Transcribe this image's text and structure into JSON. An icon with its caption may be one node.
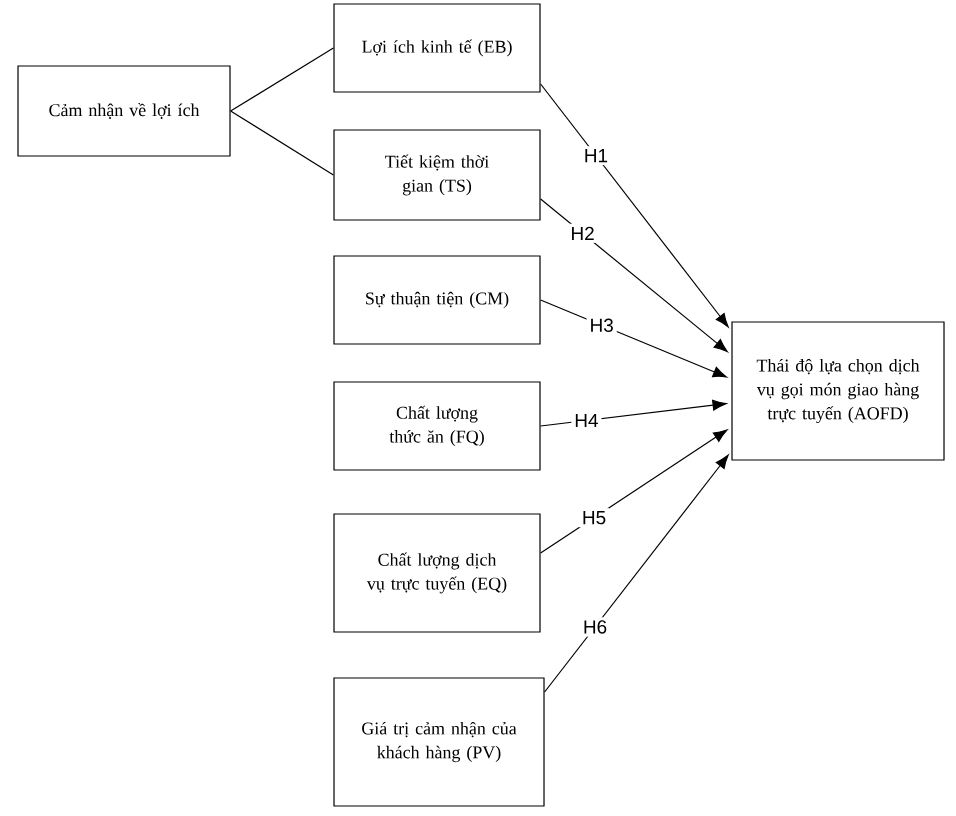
{
  "diagram": {
    "nodes": [
      {
        "text": [
          "Cảm nhận về lợi ích"
        ]
      },
      {
        "text": [
          "Lợi ích kinh tế (EB)"
        ]
      },
      {
        "text": [
          "Tiết kiệm thời gian (TS)"
        ]
      },
      {
        "text": [
          "Sự thuận tiện (CM)"
        ]
      },
      {
        "text": [
          "Chất lượng thức ăn (FQ)"
        ]
      },
      {
        "text": [
          "Chất lượng dịch vụ trực tuyến (EQ)"
        ]
      },
      {
        "text": [
          "Giá trị cảm nhận của khách hàng (PV)"
        ]
      },
      {
        "text": [
          "Thái độ lựa chọn dịch vụ gọi món giao hàng trực tuyến (AOFD)"
        ]
      }
    ],
    "edges": [
      {
        "from": 0,
        "to": 1,
        "arrow": "none"
      },
      {
        "from": 0,
        "to": 2,
        "arrow": "none"
      },
      {
        "from": 1,
        "to": 7,
        "arrow": "to",
        "label": "H1"
      },
      {
        "from": 2,
        "to": 7,
        "arrow": "to",
        "label": "H2"
      },
      {
        "from": 3,
        "to": 7,
        "arrow": "to",
        "label": "H3"
      },
      {
        "from": 4,
        "to": 7,
        "arrow": "to",
        "label": "H4"
      },
      {
        "from": 5,
        "to": 7,
        "arrow": "to",
        "label": "H5"
      },
      {
        "from": 6,
        "to": 7,
        "arrow": "to",
        "label": "H6"
      }
    ]
  }
}
